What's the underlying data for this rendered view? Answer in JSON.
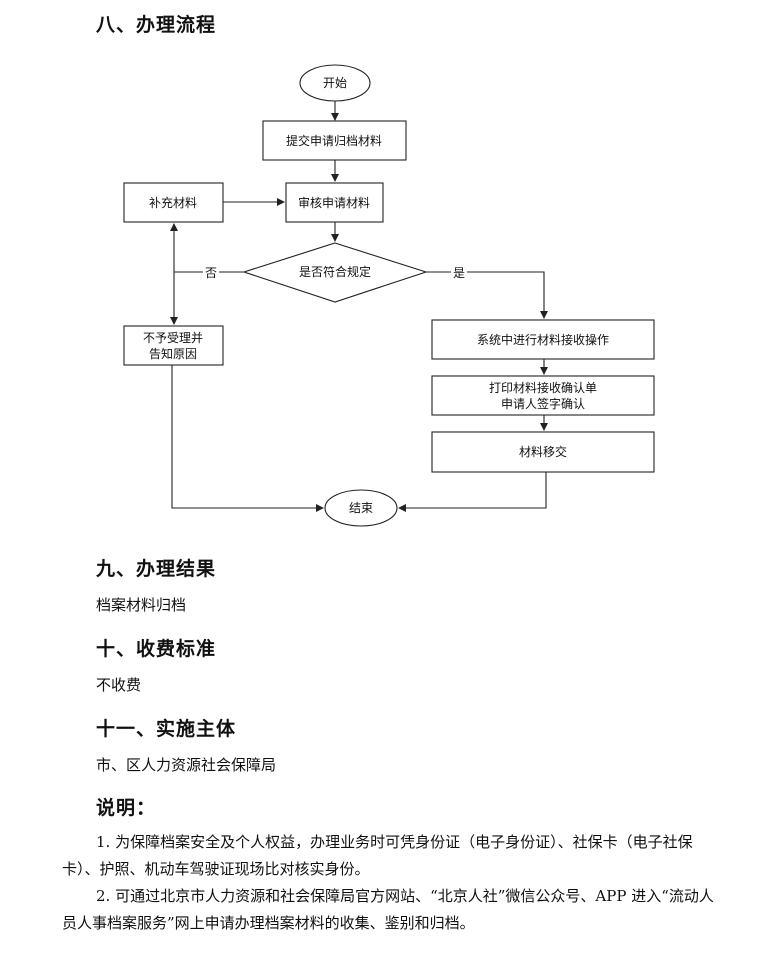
{
  "sections": {
    "s8": {
      "title": "八、办理流程"
    },
    "s9": {
      "title": "九、办理结果",
      "body": "档案材料归档"
    },
    "s10": {
      "title": "十、收费标准",
      "body": "不收费"
    },
    "s11": {
      "title": "十一、实施主体",
      "body": "市、区人力资源社会保障局"
    },
    "notes": {
      "title": "说明：",
      "items": [
        "1. 为保障档案安全及个人权益，办理业务时可凭身份证（电子身份证）、社保卡（电子社保卡）、护照、机动车驾驶证现场比对核实身份。",
        "2. 可通过北京市人力资源和社会保障局官方网站、“北京人社”微信公众号、APP 进入“流动人员人事档案服务”网上申请办理档案材料的收集、鉴别和归档。"
      ]
    }
  },
  "flowchart": {
    "start": "开始",
    "submit": "提交申请归档材料",
    "supplement": "补充材料",
    "review": "审核申请材料",
    "decision": "是否符合规定",
    "no_label": "否",
    "yes_label": "是",
    "reject_line1": "不予受理并",
    "reject_line2": "告知原因",
    "receive": "系统中进行材料接收操作",
    "print_line1": "打印材料接收确认单",
    "print_line2": "申请人签字确认",
    "transfer": "材料移交",
    "end": "结束"
  }
}
